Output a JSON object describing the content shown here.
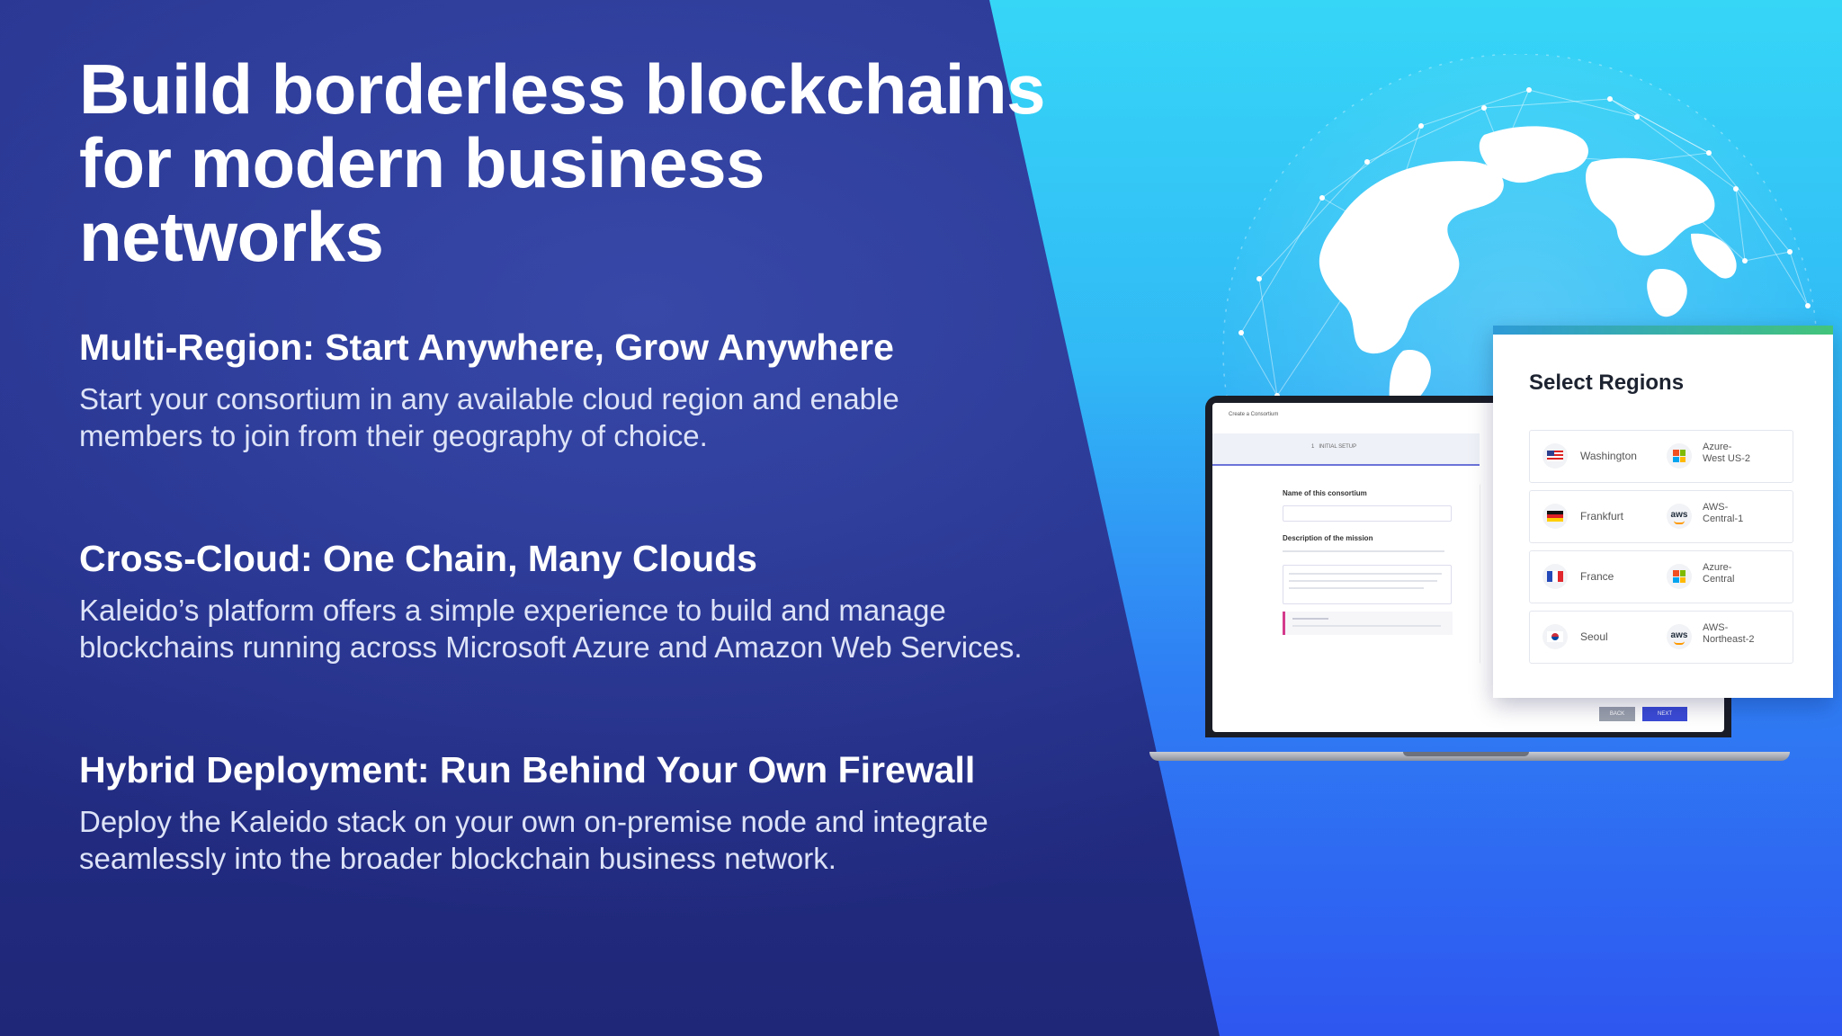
{
  "headline": {
    "line1": "Build borderless blockchains",
    "line2": "for modern business networks"
  },
  "features": [
    {
      "title": "Multi-Region: Start Anywhere, Grow Anywhere",
      "line1": "Start your consortium in any available cloud region and enable",
      "line2": "members to join from their geography of choice."
    },
    {
      "title": "Cross-Cloud: One Chain, Many Clouds",
      "line1": "Kaleido’s platform offers a simple experience to build and manage",
      "line2": "blockchains running across Microsoft Azure and Amazon Web Services."
    },
    {
      "title": "Hybrid Deployment: Run Behind Your Own Firewall",
      "line1": "Deploy the Kaleido stack on your own on-premise node and integrate",
      "line2": "seamlessly into the broader blockchain business network."
    }
  ],
  "regions_card": {
    "title": "Select Regions",
    "rows": [
      {
        "region": "Washington",
        "flag": "us-flag-icon",
        "cloud": "azure",
        "cloud_line1": "Azure-",
        "cloud_line2": "West US-2"
      },
      {
        "region": "Frankfurt",
        "flag": "de-flag-icon",
        "cloud": "aws",
        "cloud_line1": "AWS-",
        "cloud_line2": "Central-1"
      },
      {
        "region": "France",
        "flag": "fr-flag-icon",
        "cloud": "azure",
        "cloud_line1": "Azure-",
        "cloud_line2": "Central"
      },
      {
        "region": "Seoul",
        "flag": "kr-flag-icon",
        "cloud": "aws",
        "cloud_line1": "AWS-",
        "cloud_line2": "Northeast-2"
      }
    ],
    "aws_logo_text": "aws"
  },
  "laptop_screen": {
    "name_label": "Name of this consortium",
    "description_label": "Description of the mission"
  },
  "colors": {
    "left_panel": "#24308a",
    "right_top": "#36d6f7",
    "right_bottom": "#2e56f0",
    "callout_accent": "#d43a8c",
    "next_button": "#3b4bd6"
  }
}
